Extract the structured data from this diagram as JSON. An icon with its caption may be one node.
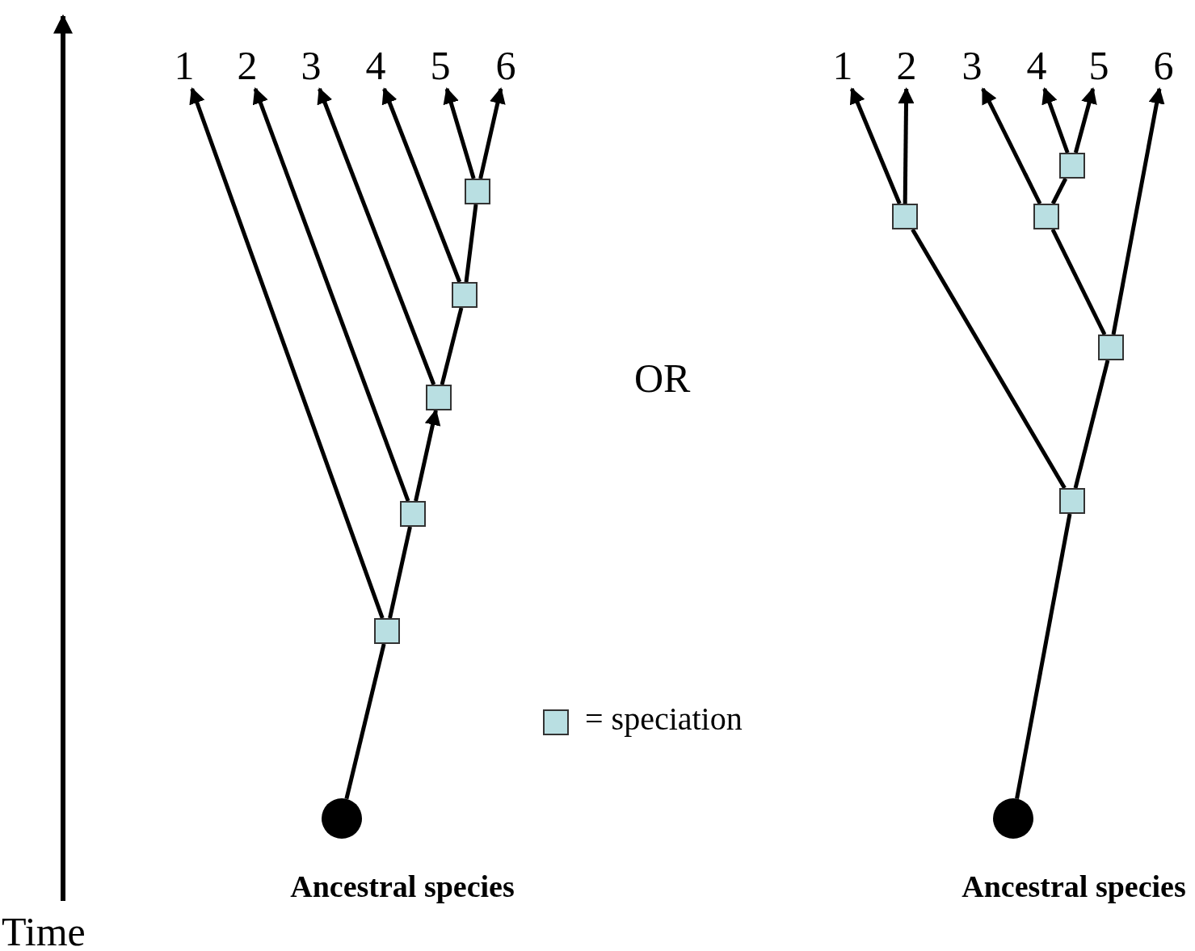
{
  "diagram": {
    "nodes": [
      {
        "text": [
          "1"
        ]
      },
      {
        "text": [
          "2"
        ]
      },
      {
        "text": [
          "3"
        ]
      },
      {
        "text": [
          "4"
        ]
      },
      {
        "text": [
          "5"
        ]
      },
      {
        "text": [
          "6"
        ]
      },
      {
        "text": [
          "1"
        ]
      },
      {
        "text": [
          "2"
        ]
      },
      {
        "text": [
          "3"
        ]
      },
      {
        "text": [
          "4"
        ]
      },
      {
        "text": [
          "5"
        ]
      },
      {
        "text": [
          "6"
        ]
      },
      {
        "text": [],
        "shape": "box"
      },
      {
        "text": [],
        "shape": "box"
      },
      {
        "text": [],
        "shape": "box"
      },
      {
        "text": [],
        "shape": "box"
      },
      {
        "text": [],
        "shape": "box"
      },
      {
        "text": [],
        "shape": "box"
      },
      {
        "text": [],
        "shape": "box"
      },
      {
        "text": [],
        "shape": "box"
      },
      {
        "text": [],
        "shape": "box"
      },
      {
        "text": [],
        "shape": "box"
      },
      {
        "text": [],
        "shape": "circle",
        "beside": [
          "Ancestral species"
        ]
      },
      {
        "text": [],
        "shape": "circle",
        "beside": [
          "Ancestral species"
        ]
      }
    ],
    "edges": [
      {
        "from": 22,
        "to": 16,
        "arrow": "none"
      },
      {
        "from": 16,
        "to": 0,
        "arrow": "to"
      },
      {
        "from": 16,
        "to": 15,
        "arrow": "none"
      },
      {
        "from": 15,
        "to": 1,
        "arrow": "to"
      },
      {
        "from": 15,
        "to": 14,
        "arrow": "to"
      },
      {
        "from": 14,
        "to": 2,
        "arrow": "to"
      },
      {
        "from": 14,
        "to": 13,
        "arrow": "none"
      },
      {
        "from": 13,
        "to": 3,
        "arrow": "to"
      },
      {
        "from": 13,
        "to": 12,
        "arrow": "none"
      },
      {
        "from": 12,
        "to": 4,
        "arrow": "to"
      },
      {
        "from": 12,
        "to": 5,
        "arrow": "to"
      },
      {
        "from": 23,
        "to": 21,
        "arrow": "none"
      },
      {
        "from": 21,
        "to": 18,
        "arrow": "none"
      },
      {
        "from": 21,
        "to": 20,
        "arrow": "none"
      },
      {
        "from": 20,
        "to": 11,
        "arrow": "to"
      },
      {
        "from": 20,
        "to": 19,
        "arrow": "none"
      },
      {
        "from": 18,
        "to": 6,
        "arrow": "to"
      },
      {
        "from": 18,
        "to": 7,
        "arrow": "to"
      },
      {
        "from": 19,
        "to": 8,
        "arrow": "to"
      },
      {
        "from": 19,
        "to": 17,
        "arrow": "none"
      },
      {
        "from": 17,
        "to": 9,
        "arrow": "to"
      },
      {
        "from": 17,
        "to": 10,
        "arrow": "to"
      }
    ],
    "labels": [
      "OR",
      "Time"
    ],
    "legend": [
      {
        "text": "= speciation",
        "color": "#b9dfe2"
      }
    ]
  }
}
